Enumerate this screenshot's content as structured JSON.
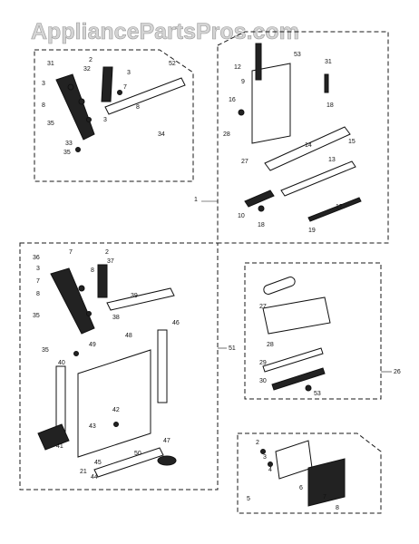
{
  "watermark": "AppliancePartsPros.com",
  "colors": {
    "ink": "#111111",
    "paper": "#ffffff",
    "watermark_fill": "#d4d4d4"
  },
  "callouts": {
    "tl": [
      "31",
      "2",
      "32",
      "3",
      "7",
      "3",
      "8",
      "8",
      "35",
      "3",
      "33",
      "35",
      "34",
      "52"
    ],
    "tr": [
      "12",
      "53",
      "9",
      "31",
      "16",
      "18",
      "28",
      "27",
      "14",
      "15",
      "13",
      "1",
      "10",
      "18",
      "17",
      "19"
    ],
    "ml": [
      "36",
      "7",
      "2",
      "37",
      "3",
      "7",
      "8",
      "8",
      "39",
      "38",
      "35",
      "35",
      "49",
      "48",
      "46",
      "51",
      "40",
      "42",
      "41",
      "43",
      "47",
      "45",
      "50",
      "21",
      "44"
    ],
    "mr": [
      "27",
      "28",
      "29",
      "26",
      "30",
      "53"
    ],
    "br": [
      "2",
      "3",
      "4",
      "5",
      "6",
      "7",
      "8"
    ]
  }
}
